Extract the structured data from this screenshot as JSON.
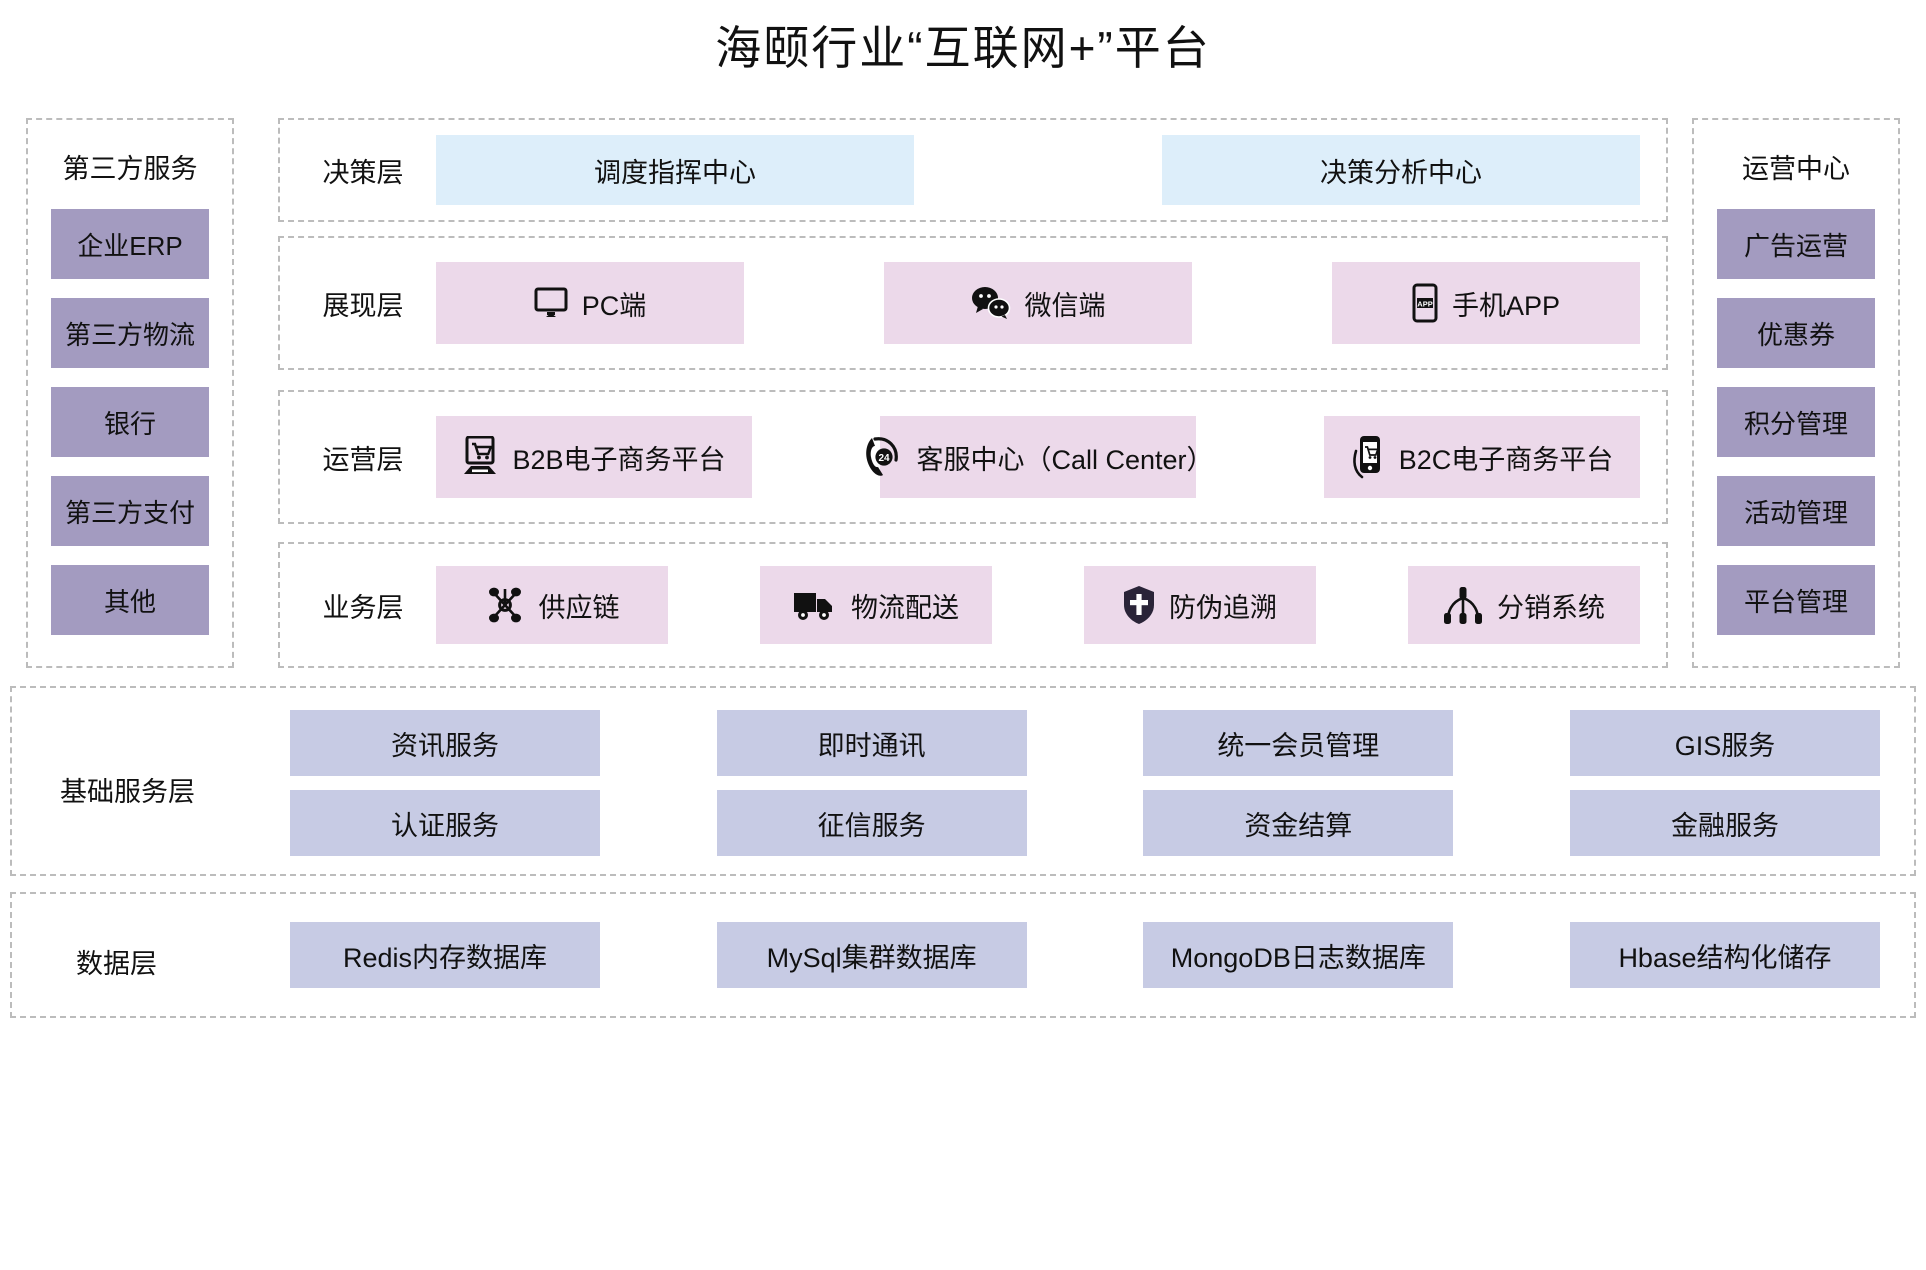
{
  "title": "海颐行业“互联网+”平台",
  "colors": {
    "blue_box": "#ddeefa",
    "pink_box": "#ecd9ea",
    "lavender_box": "#c7cbe4",
    "purple_box": "#a39bc0",
    "dashed_border": "#bcbcbc",
    "text": "#111111",
    "background": "#ffffff"
  },
  "left_column": {
    "heading": "第三方服务",
    "items": [
      {
        "label": "企业ERP"
      },
      {
        "label": "第三方物流"
      },
      {
        "label": "银行"
      },
      {
        "label": "第三方支付"
      },
      {
        "label": "其他"
      }
    ]
  },
  "right_column": {
    "heading": "运营中心",
    "items": [
      {
        "label": "广告运营"
      },
      {
        "label": "优惠券"
      },
      {
        "label": "积分管理"
      },
      {
        "label": "活动管理"
      },
      {
        "label": "平台管理"
      }
    ]
  },
  "layers": {
    "decision": {
      "label": "决策层",
      "items": [
        {
          "label": "调度指挥中心",
          "icon": "none"
        },
        {
          "label": "决策分析中心",
          "icon": "none"
        }
      ]
    },
    "presentation": {
      "label": "展现层",
      "items": [
        {
          "label": "PC端",
          "icon": "monitor-icon"
        },
        {
          "label": "微信端",
          "icon": "wechat-icon"
        },
        {
          "label": "手机APP",
          "icon": "mobile-app-icon"
        }
      ]
    },
    "operation": {
      "label": "运营层",
      "items": [
        {
          "label": "B2B电子商务平台",
          "icon": "shopping-cart-computer-icon"
        },
        {
          "label": "客服中心（Call Center）",
          "icon": "phone-24h-icon"
        },
        {
          "label": "B2C电子商务平台",
          "icon": "mobile-shopping-icon"
        }
      ]
    },
    "business": {
      "label": "业务层",
      "items": [
        {
          "label": "供应链",
          "icon": "supply-chain-network-icon"
        },
        {
          "label": "物流配送",
          "icon": "delivery-truck-icon"
        },
        {
          "label": "防伪追溯",
          "icon": "shield-icon"
        },
        {
          "label": "分销系统",
          "icon": "distribution-tree-icon"
        }
      ]
    }
  },
  "base_service_layer": {
    "label": "基础服务层",
    "rows": [
      [
        {
          "label": "资讯服务"
        },
        {
          "label": "即时通讯"
        },
        {
          "label": "统一会员管理"
        },
        {
          "label": "GIS服务"
        }
      ],
      [
        {
          "label": "认证服务"
        },
        {
          "label": "征信服务"
        },
        {
          "label": "资金结算"
        },
        {
          "label": "金融服务"
        }
      ]
    ]
  },
  "data_layer": {
    "label": "数据层",
    "rows": [
      [
        {
          "label": "Redis内存数据库"
        },
        {
          "label": "MySql集群数据库"
        },
        {
          "label": "MongoDB日志数据库"
        },
        {
          "label": "Hbase结构化储存"
        }
      ]
    ]
  }
}
